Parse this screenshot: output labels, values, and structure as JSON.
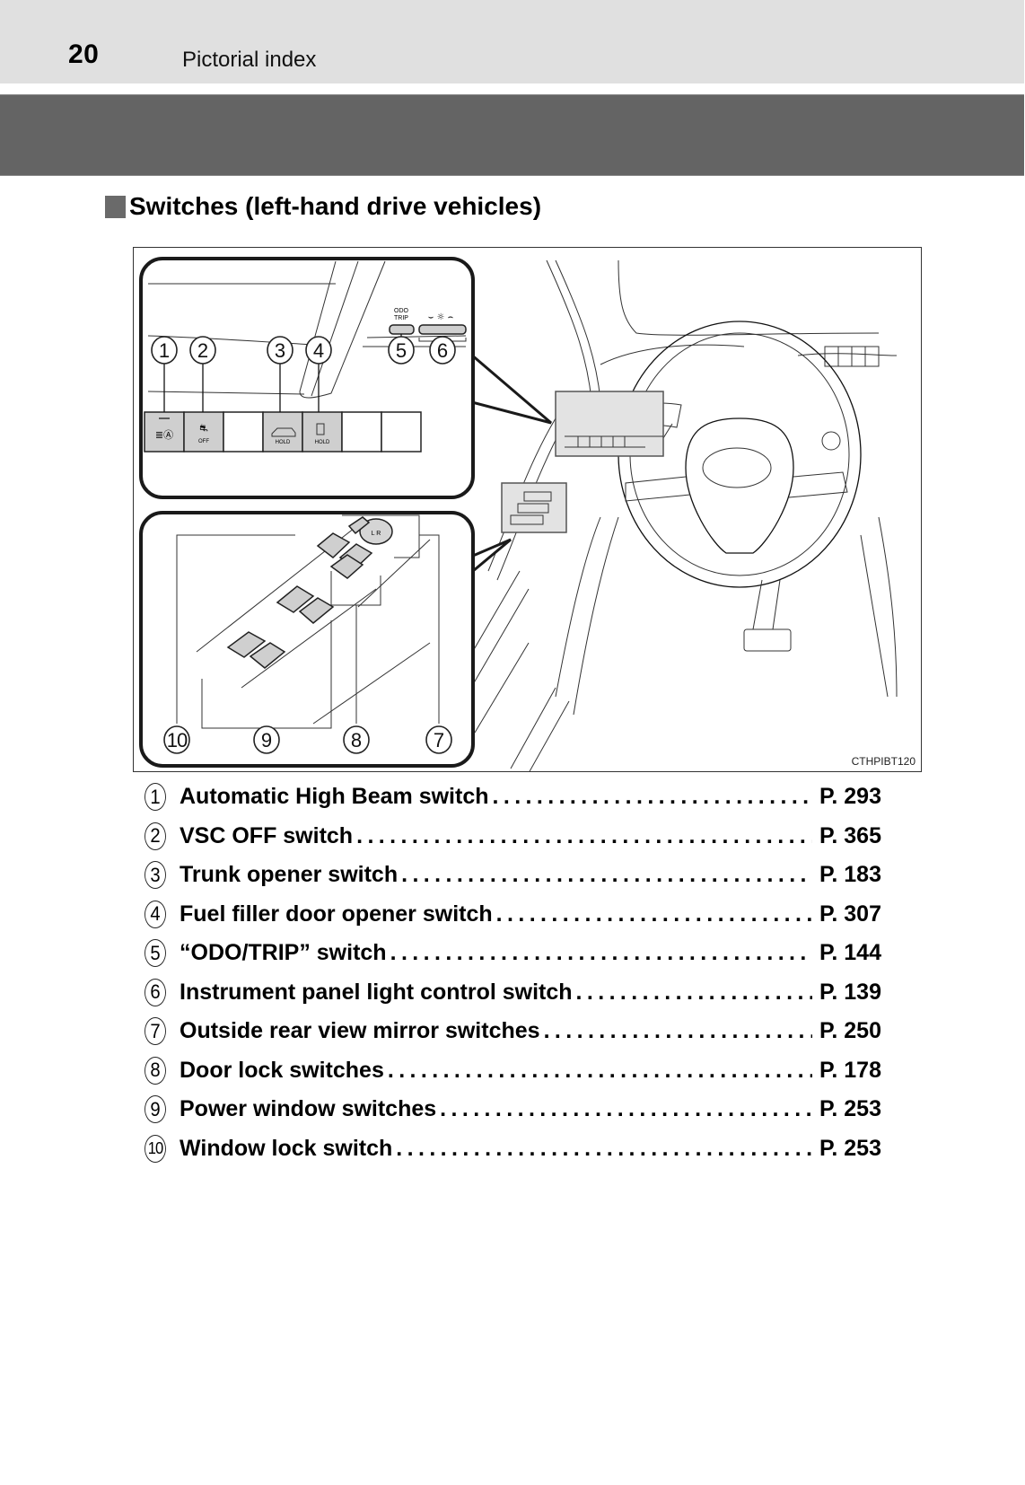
{
  "header": {
    "page_number": "20",
    "section": "Pictorial index"
  },
  "section_heading": "Switches (left-hand drive vehicles)",
  "figure": {
    "code": "CTHPIBT120",
    "top_callout_labels": [
      "1",
      "2",
      "3",
      "4",
      "5",
      "6"
    ],
    "bottom_callout_labels": [
      "10",
      "9",
      "8",
      "7"
    ],
    "button_legends": {
      "odo_trip": "ODO\nTRIP",
      "vsc": "OFF",
      "trunk": "HOLD",
      "fuel": "HOLD"
    },
    "icons": [
      "auto-high-beam-icon",
      "vsc-off-icon",
      "trunk-icon",
      "fuel-door-icon",
      "odo-trip-button",
      "panel-light-control-button",
      "window-lock-switch",
      "power-window-switches",
      "door-lock-switches",
      "mirror-switches"
    ]
  },
  "items": [
    {
      "num": "1",
      "label": "Automatic High Beam switch",
      "page": "P. 293"
    },
    {
      "num": "2",
      "label": "VSC OFF switch",
      "page": "P. 365"
    },
    {
      "num": "3",
      "label": "Trunk opener switch",
      "page": "P. 183"
    },
    {
      "num": "4",
      "label": "Fuel filler door opener switch",
      "page": "P. 307"
    },
    {
      "num": "5",
      "label": "“ODO/TRIP” switch",
      "page": "P. 144"
    },
    {
      "num": "6",
      "label": "Instrument panel light control switch",
      "page": "P. 139"
    },
    {
      "num": "7",
      "label": "Outside rear view mirror switches",
      "page": "P. 250"
    },
    {
      "num": "8",
      "label": "Door lock switches",
      "page": "P. 178"
    },
    {
      "num": "9",
      "label": "Power window switches",
      "page": "P. 253"
    },
    {
      "num": "10",
      "label": "Window lock switch",
      "page": "P. 253"
    }
  ]
}
